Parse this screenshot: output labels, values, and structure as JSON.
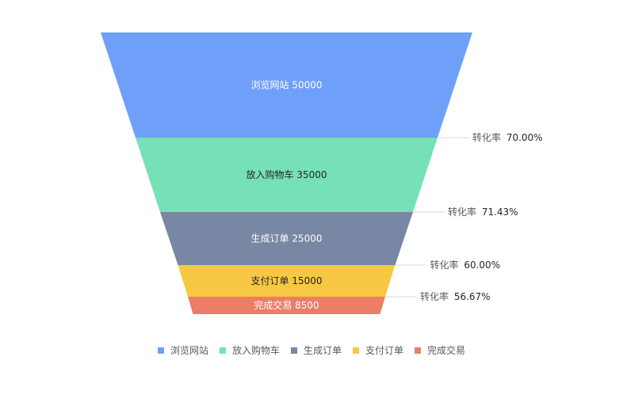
{
  "chart_data": {
    "type": "funnel",
    "categories": [
      "浏览网站",
      "放入购物车",
      "生成订单",
      "支付订单",
      "完成交易"
    ],
    "values": [
      50000,
      35000,
      25000,
      15000,
      8500
    ],
    "colors": [
      "#6FA0F9",
      "#76E0B6",
      "#7887A3",
      "#F7C843",
      "#EC7D66"
    ],
    "label_colors": [
      "#ffffff",
      "#262626",
      "#ffffff",
      "#262626",
      "#ffffff"
    ],
    "conversion_label": "转化率",
    "conversion_rates": [
      "70.00%",
      "71.43%",
      "60.00%",
      "56.67%"
    ],
    "legend_position": "bottom"
  }
}
